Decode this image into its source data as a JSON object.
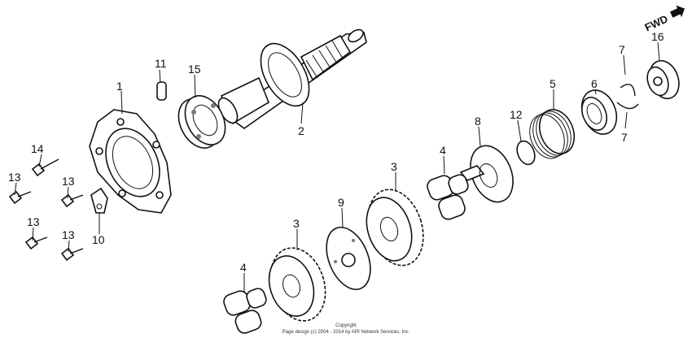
{
  "callouts": {
    "c1": "1",
    "c2": "2",
    "c3a": "3",
    "c3b": "3",
    "c4a": "4",
    "c4b": "4",
    "c5": "5",
    "c6": "6",
    "c7a": "7",
    "c7b": "7",
    "c8": "8",
    "c9": "9",
    "c10": "10",
    "c11": "11",
    "c12": "12",
    "c13a": "13",
    "c13b": "13",
    "c13c": "13",
    "c13d": "13",
    "c14": "14",
    "c15": "15",
    "c16": "16"
  },
  "direction_badge": "FWD",
  "copyright": {
    "line1": "Copyright",
    "line2": "Page design (c) 2004 - 2014 by ARI Network Services, Inc."
  }
}
